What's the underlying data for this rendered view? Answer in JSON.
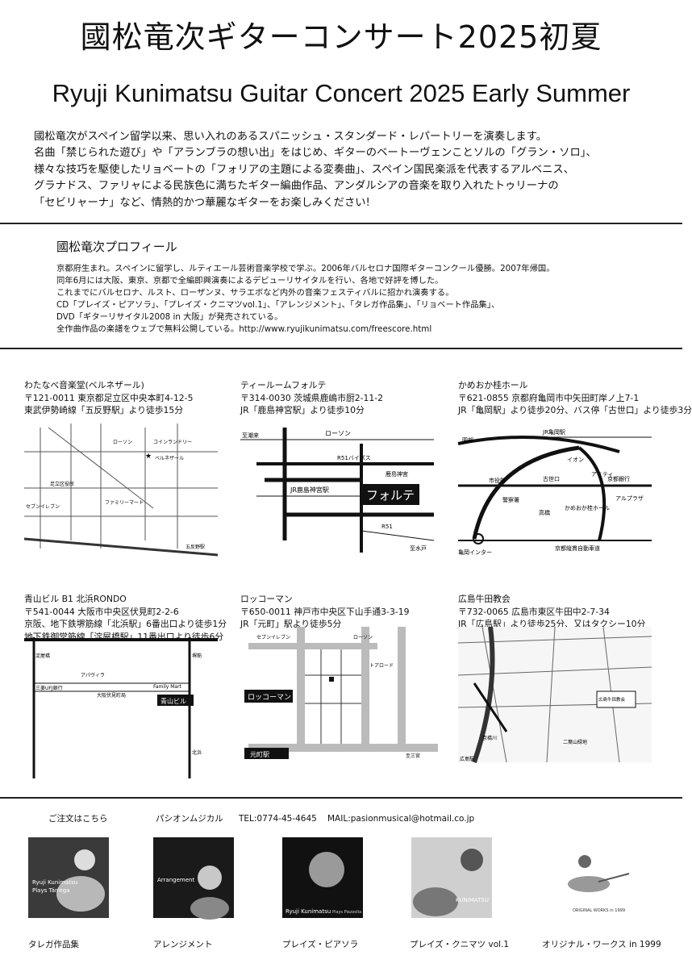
{
  "header": {
    "title_ja": "國松竜次ギターコンサート2025初夏",
    "title_en": "Ryuji Kunimatsu Guitar Concert 2025 Early Summer"
  },
  "intro": [
    "國松竜次がスペイン留学以来、思い入れのあるスパニッシュ・スタンダード・レパートリーを演奏します。",
    "名曲「禁じられた遊び」や「アランブラの想い出」をはじめ、ギターのベートーヴェンことソルの「グラン・ソロ」、",
    "様々な技巧を駆使したリョベートの「フォリアの主題による変奏曲」、スペイン国民楽派を代表するアルベニス、",
    "グラナドス、ファリャによる民族色に満ちたギター編曲作品、アンダルシアの音楽を取り入れたトゥリーナの",
    "「セビリャーナ」など、情熱的かつ華麗なギターをお楽しみください!"
  ],
  "profile": {
    "title": "國松竜次プロフィール",
    "lines": [
      "京都府生まれ。スペインに留学し、ルティエール芸術音楽学校で学ぶ。2006年バルセロナ国際ギターコンクール優勝。2007年帰国。",
      "同年6月には大阪、東京、京都で全編即興演奏によるデビューリサイタルを行い、各地で好評を博した。",
      "これまでにバルセロナ、ルスト、ローザンヌ、サラエボなど内外の音楽フェスティバルに招かれ演奏する。",
      "CD「プレイズ・ピアソラ」、「プレイズ・クニマツvol.1」、「アレンジメント」、「タレガ作品集」、「リョベート作品集」、",
      "DVD「ギターリサイタル2008 in 大阪」が発売されている。",
      "全作曲作品の楽譜をウェブで無料公開している。http://www.ryujikunimatsu.com/freescore.html"
    ]
  },
  "venues": [
    {
      "name": "わたなべ音楽堂(ベルネザール)",
      "lines": [
        "〒121-0011 東京都足立区中央本町4-12-5",
        "東武伊勢崎線「五反野駅」より徒歩15分"
      ],
      "map_labels": [
        "足立区役所",
        "五反野駅",
        "ベルネザール",
        "ローソン",
        "コインランドリー",
        "セブンイレブン",
        "ファミリーマート"
      ]
    },
    {
      "name": "ティールームフォルテ",
      "lines": [
        "〒314-0030 茨城県鹿嶋市厨2-11-2",
        "JR「鹿島神宮駅」より徒歩10分"
      ],
      "map_labels": [
        "ローソン",
        "R51バイパス",
        "JR鹿島神宮駅",
        "フォルテ",
        "鹿島神宮",
        "R51",
        "至水戸",
        "至潮来"
      ]
    },
    {
      "name": "かめおか桂ホール",
      "lines": [
        "〒621-0855 京都府亀岡市中矢田町岸ノ上7-1",
        "JR「亀岡駅」より徒歩20分、バス停「古世口」より徒歩3分"
      ],
      "map_labels": [
        "JR亀岡駅",
        "園部",
        "イオン",
        "アミティ",
        "市役所",
        "古世口",
        "京都銀行",
        "警察署",
        "高橋",
        "かめおか桂ホール",
        "アルプラザ",
        "亀岡インター",
        "京都縦貫自動車道"
      ]
    },
    {
      "name": "青山ビル B1 北浜RONDO",
      "lines": [
        "〒541-0044 大阪市中央区伏見町2-2-6",
        "京阪、地下鉄堺筋線「北浜駅」6番出口より徒歩1分",
        "地下鉄御堂筋線「淀屋橋駅」11番出口より徒歩6分"
      ],
      "map_labels": [
        "淀屋橋",
        "堺筋",
        "アパヴィラ",
        "三菱UFJ銀行",
        "大阪伏見町局",
        "Family Mart",
        "青山ビル",
        "北浜"
      ]
    },
    {
      "name": "ロッコーマン",
      "lines": [
        "〒650-0011 神戸市中央区下山手通3-3-19",
        "JR「元町」駅より徒歩5分"
      ],
      "map_labels": [
        "セブンイレブン",
        "ローソン",
        "ロッコーマン",
        "トアロード",
        "元町駅",
        "至三宮"
      ]
    },
    {
      "name": "広島牛田教会",
      "lines": [
        "〒732-0065 広島市東区牛田中2-7-34",
        "JR「広島駅」より徒歩25分、又はタクシー10分"
      ],
      "map_labels": [
        "京橋川",
        "二葉山緑地",
        "広島牛田教会",
        "広島駅"
      ]
    }
  ],
  "order": {
    "heading": "ご注文はこちら",
    "shop": "パシオンムジカル",
    "tel": "TEL:0774-45-4645",
    "mail": "MAIL:pasionmusical@hotmail.co.jp"
  },
  "cds": [
    {
      "label": "タレガ作品集",
      "cover_text": "Ryuji Kunimatsu",
      "cover_sub": "Plays Tárrega"
    },
    {
      "label": "アレンジメント",
      "cover_text": "Arrangement",
      "cover_sub": ""
    },
    {
      "label": "プレイズ・ピアソラ",
      "cover_text": "Ryuji Kunimatsu",
      "cover_sub": "Plays Piazzolla"
    },
    {
      "label": "プレイズ・クニマツ vol.1",
      "cover_text": "KUNIMATSU",
      "cover_sub": ""
    },
    {
      "label": "オリジナル・ワークス in 1999",
      "cover_text": "ORIGINAL WORKS in 1999",
      "cover_sub": ""
    }
  ]
}
